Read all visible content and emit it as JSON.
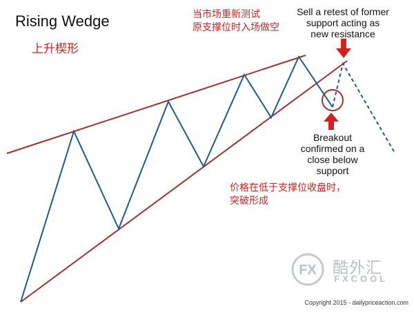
{
  "header": {
    "title": "Rising Wedge",
    "subtitle": "上升楔形"
  },
  "notes": {
    "cn_top": [
      "当市场重新测试",
      "原支撑位时入场做空"
    ],
    "en_top": [
      "Sell a retest of former",
      "support acting as",
      "new resistance"
    ],
    "en_breakout": [
      "Breakout",
      "confirmed on a",
      "close below",
      "support"
    ],
    "cn_bottom": [
      "价格在低于支撑位收盘时，",
      "突破形成"
    ]
  },
  "colors": {
    "price_line": "#1a5a8c",
    "trendline": "#a0302a",
    "arrow": "#d42020",
    "circle": "#a0302a",
    "annotation_red": "#d41f1f"
  },
  "watermark": {
    "logo_text": "FX",
    "name": "酷外汇",
    "sub": "FXCOOL"
  },
  "footer": {
    "copyright": "Copyright 2015 - dailypriceaction.com"
  }
}
